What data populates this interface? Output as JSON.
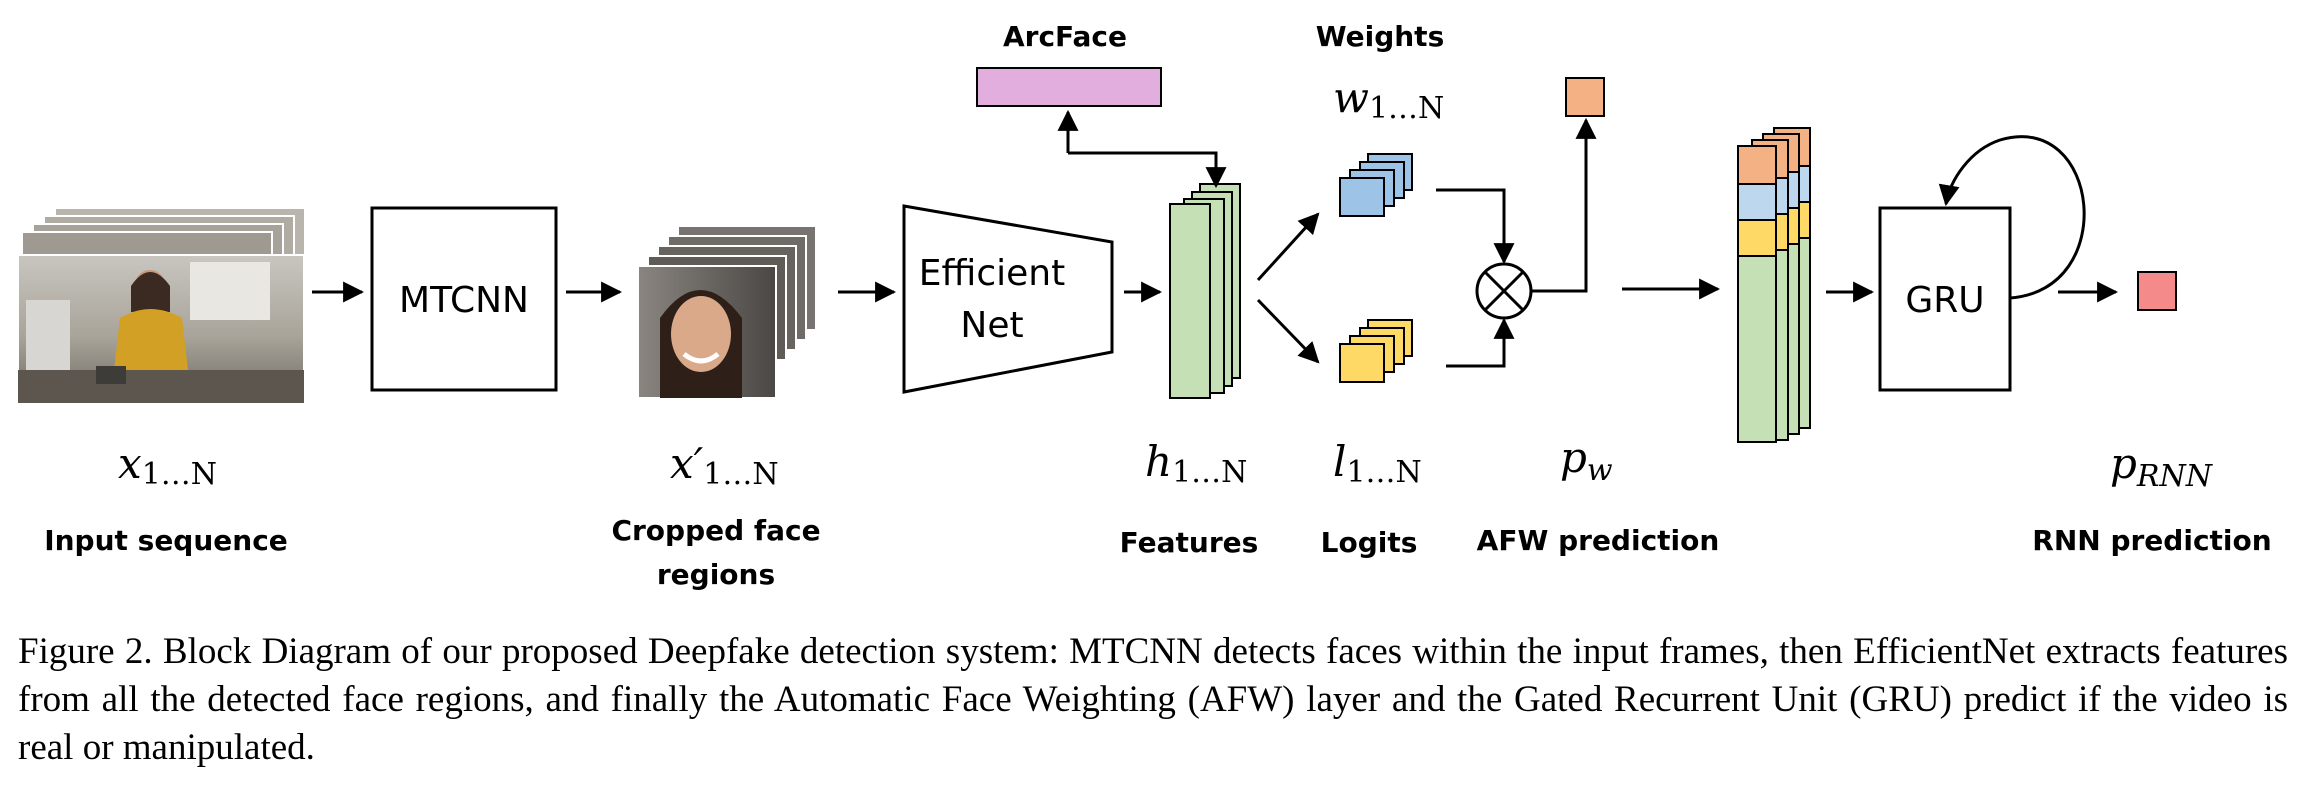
{
  "nodes": {
    "mtcnn": "MTCNN",
    "efficientnet_line1": "Efficient",
    "efficientnet_line2": "Net",
    "arcface": "ArcFace",
    "gru": "GRU"
  },
  "labels": {
    "input_sequence": "Input sequence",
    "cropped_line1": "Cropped face",
    "cropped_line2": "regions",
    "features": "Features",
    "weights": "Weights",
    "logits": "Logits",
    "afw_prediction": "AFW prediction",
    "rnn_prediction": "RNN prediction"
  },
  "math": {
    "x": "x",
    "x_sub": "1…N",
    "xprime": "x′",
    "xprime_sub": "1…N",
    "h": "h",
    "h_sub": "1…N",
    "w": "w",
    "w_sub": "1…N",
    "l": "l",
    "l_sub": "1…N",
    "p": "p",
    "pw_sub": "w",
    "prnn_sub": "RNN"
  },
  "colors": {
    "arcface": "#e2aedd",
    "features": "#c5e0b4",
    "weights": "#9dc3e6",
    "logits": "#ffd966",
    "afw_output": "#f4b183",
    "rnn_output": "#f48a8a",
    "stack_orange": "#f4b183",
    "stack_blue": "#bdd7ee",
    "stack_yellow": "#ffd966",
    "stack_green": "#c5e0b4"
  },
  "caption": "Figure 2. Block Diagram of our proposed Deepfake detection system: MTCNN detects faces within the input frames, then EfficientNet extracts features from all the detected face regions, and finally the Automatic Face Weighting (AFW) layer and the Gated Recurrent Unit (GRU) predict if the video is real or manipulated."
}
